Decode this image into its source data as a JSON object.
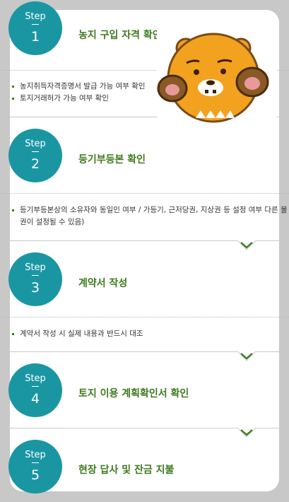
{
  "steps": [
    {
      "label": "Step",
      "num": "1",
      "title": "농지 구입 자격 확인",
      "items": [
        "농지취득자격증명서 발급 가능 여부 확인",
        "토지거래허가 가능 여부 확인"
      ]
    },
    {
      "label": "Step",
      "num": "2",
      "title": "등기부등본 확인",
      "items": [
        "등기부등본상의 소유자와 동일인 여부 / 가등기, 근저당권, 지상권 등 설정 여부 다른 물권이 설정될 수 있음)"
      ]
    },
    {
      "label": "Step",
      "num": "3",
      "title": "계약서 작성",
      "items": [
        "계약서 작성 시 실제 내용과 반드시 대조"
      ]
    },
    {
      "label": "Step",
      "num": "4",
      "title": "토지 이용 계획확인서 확인",
      "items": []
    },
    {
      "label": "Step",
      "num": "5",
      "title": "현장 답사 및 잔금 지불",
      "items": []
    }
  ],
  "colors": {
    "circle": "#1a96a3",
    "title": "#3d7a1e",
    "chevron": "#3d7a1e"
  },
  "icons": {
    "chevron": "chevron-down-icon",
    "mascot": "bear-mascot-icon"
  }
}
